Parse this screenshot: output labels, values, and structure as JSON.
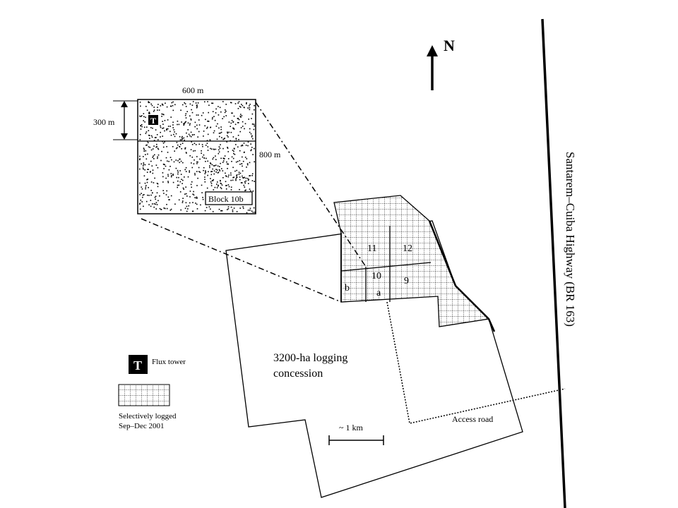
{
  "north": "N",
  "highway": "Santarem–Cuiba Highway (BR 163)",
  "inset": {
    "width_label": "600 m",
    "height_label": "300 m",
    "length_label": "800 m",
    "block_label": "Block 10b",
    "tower_glyph": "T"
  },
  "blocks": {
    "b11": "11",
    "b12": "12",
    "b10": "10",
    "b9": "9",
    "a": "a",
    "b": "b"
  },
  "concession": [
    "3200-ha logging",
    "concession"
  ],
  "scale": "~ 1 km",
  "access_road": "Access road",
  "legend": {
    "tower_glyph": "T",
    "tower_label": "Flux tower",
    "logged_line1": "Selectively logged",
    "logged_line2": "Sep–Dec 2001"
  }
}
